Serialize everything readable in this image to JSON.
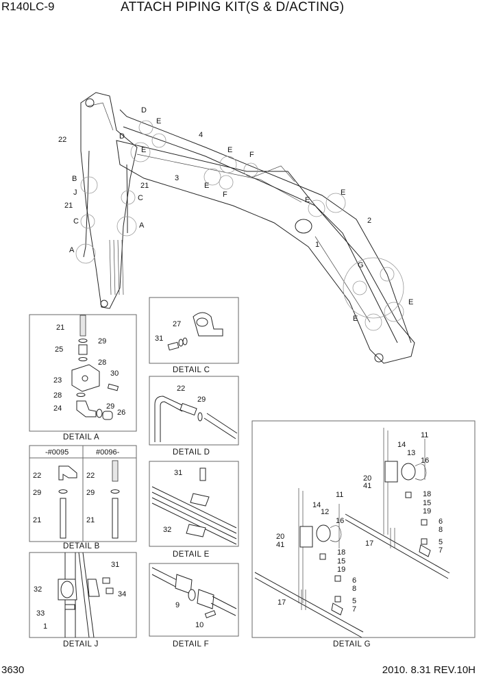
{
  "header": {
    "model": "R140LC-9",
    "title": "ATTACH PIPING KIT(S & D/ACTING)"
  },
  "footer": {
    "page": "3630",
    "revision": "2010. 8.31  REV.10H"
  },
  "main_view": {
    "callouts": [
      "1",
      "2",
      "3",
      "4",
      "21",
      "21",
      "22",
      "A",
      "A",
      "B",
      "C",
      "C",
      "D",
      "D",
      "E",
      "E",
      "E",
      "E",
      "E",
      "E",
      "E",
      "E",
      "F",
      "F",
      "G",
      "J"
    ]
  },
  "details": {
    "a": {
      "caption": "DETAIL  A",
      "parts": [
        "21",
        "29",
        "25",
        "28",
        "30",
        "23",
        "28",
        "24",
        "29",
        "26"
      ]
    },
    "b": {
      "caption": "DETAIL  B",
      "left_header": "-#0095",
      "right_header": "#0096-",
      "left_parts": [
        "22",
        "29",
        "21"
      ],
      "right_parts": [
        "22",
        "29",
        "21"
      ]
    },
    "c": {
      "caption": "DETAIL  C",
      "parts": [
        "27",
        "31"
      ]
    },
    "d": {
      "caption": "DETAIL  D",
      "parts": [
        "22",
        "29"
      ]
    },
    "e": {
      "caption": "DETAIL  E",
      "parts": [
        "31",
        "32"
      ]
    },
    "f": {
      "caption": "DETAIL  F",
      "parts": [
        "9",
        "10"
      ]
    },
    "g": {
      "caption": "DETAIL  G",
      "upper_parts": [
        "11",
        "14",
        "13",
        "16",
        "20",
        "41",
        "18",
        "15",
        "19",
        "6",
        "8",
        "17",
        "5",
        "7"
      ],
      "lower_parts": [
        "11",
        "16",
        "14",
        "12",
        "20",
        "41",
        "18",
        "15",
        "19",
        "6",
        "8",
        "17",
        "5",
        "7"
      ]
    },
    "j": {
      "caption": "DETAIL  J",
      "parts": [
        "31",
        "32",
        "34",
        "33",
        "1"
      ]
    }
  }
}
